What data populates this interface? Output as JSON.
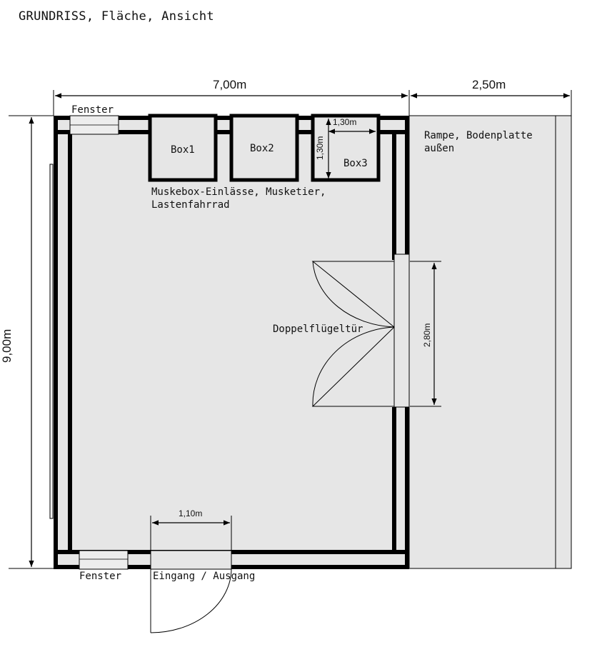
{
  "title": "GRUNDRISS, Fläche, Ansicht",
  "dimensions": {
    "width_main": "7,00m",
    "width_ramp": "2,50m",
    "height_total": "9,00m",
    "box3_width": "1,30m",
    "box3_height": "1,30m",
    "double_door_width": "2,80m",
    "entrance_width": "1,10m"
  },
  "labels": {
    "window_top": "Fenster",
    "window_bottom": "Fenster",
    "box1": "Box1",
    "box2": "Box2",
    "box3": "Box3",
    "boxes_caption_1": "Muskebox-Einlässe, Musketier,",
    "boxes_caption_2": "Lastenfahrrad",
    "ramp_1": "Rampe, Bodenplatte",
    "ramp_2": "außen",
    "double_door": "Doppelflügeltür",
    "entrance": "Eingang / Ausgang"
  },
  "colors": {
    "floor": "#e6e6e6",
    "wall": "#000000",
    "line": "#000000"
  }
}
